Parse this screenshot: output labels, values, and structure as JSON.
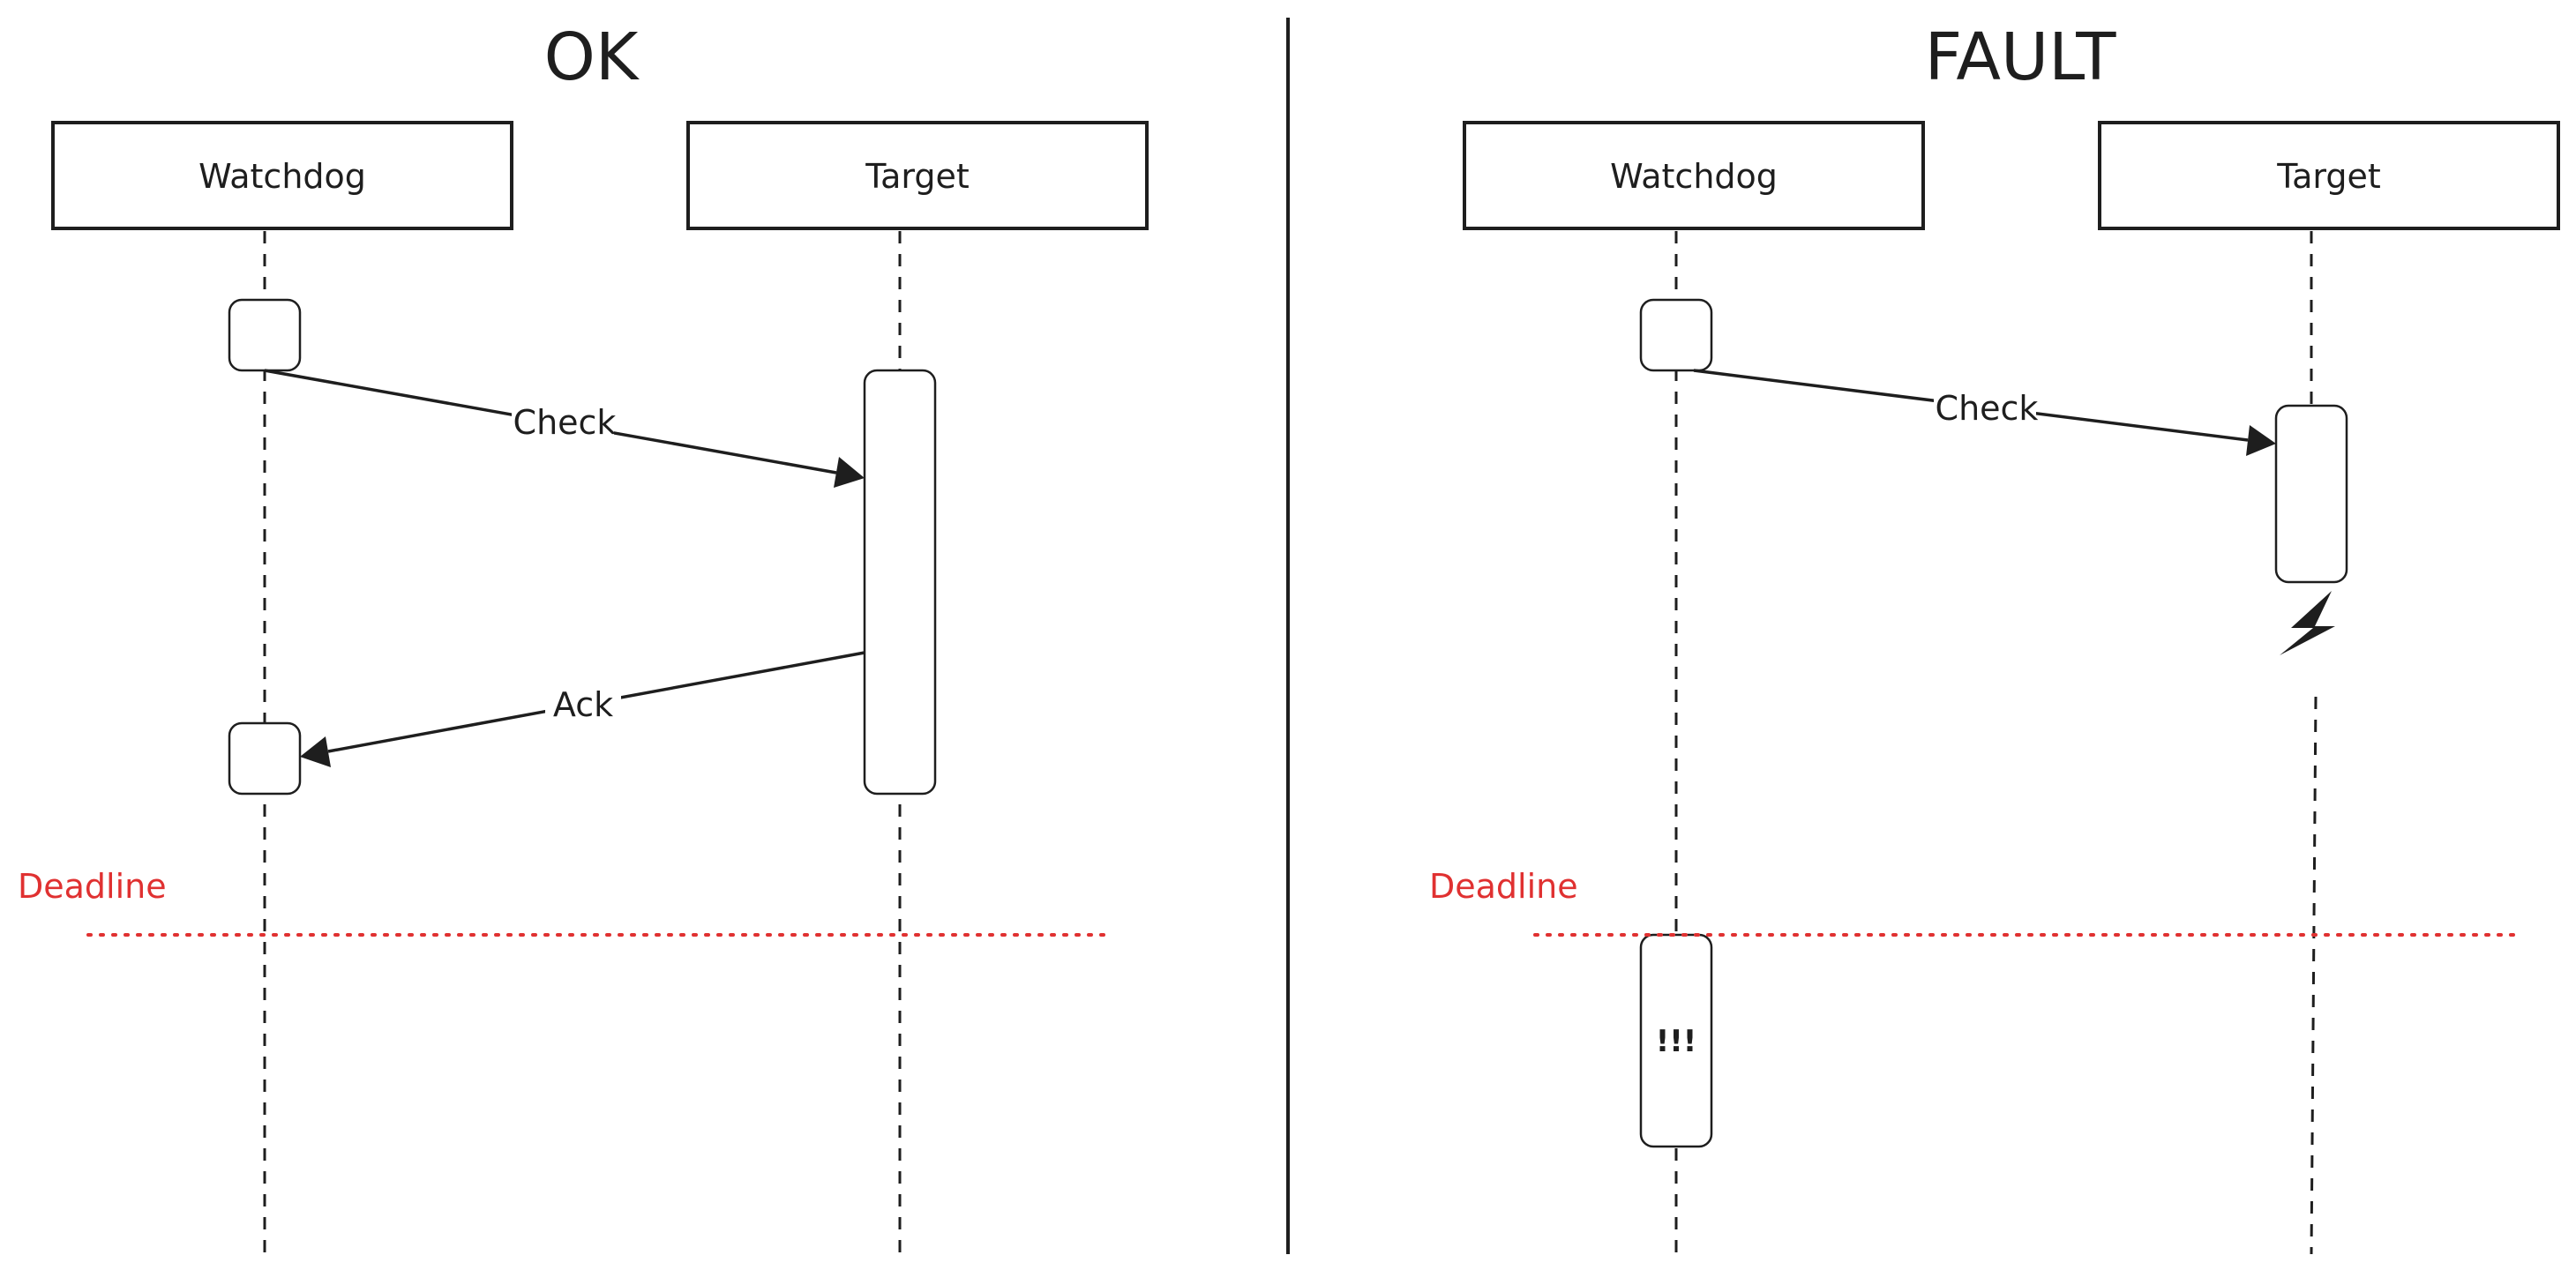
{
  "panels": {
    "ok": {
      "title": "OK",
      "participants": [
        "Watchdog",
        "Target"
      ],
      "messages": {
        "check": "Check",
        "ack": "Ack"
      },
      "deadline": "Deadline"
    },
    "fault": {
      "title": "FAULT",
      "participants": [
        "Watchdog",
        "Target"
      ],
      "messages": {
        "check": "Check"
      },
      "deadline": "Deadline",
      "alarm": "!!!",
      "fault_icon": "lightning-bolt-icon"
    }
  },
  "colors": {
    "ink": "#1e1e1e",
    "deadline": "#e03131",
    "background": "#ffffff"
  }
}
